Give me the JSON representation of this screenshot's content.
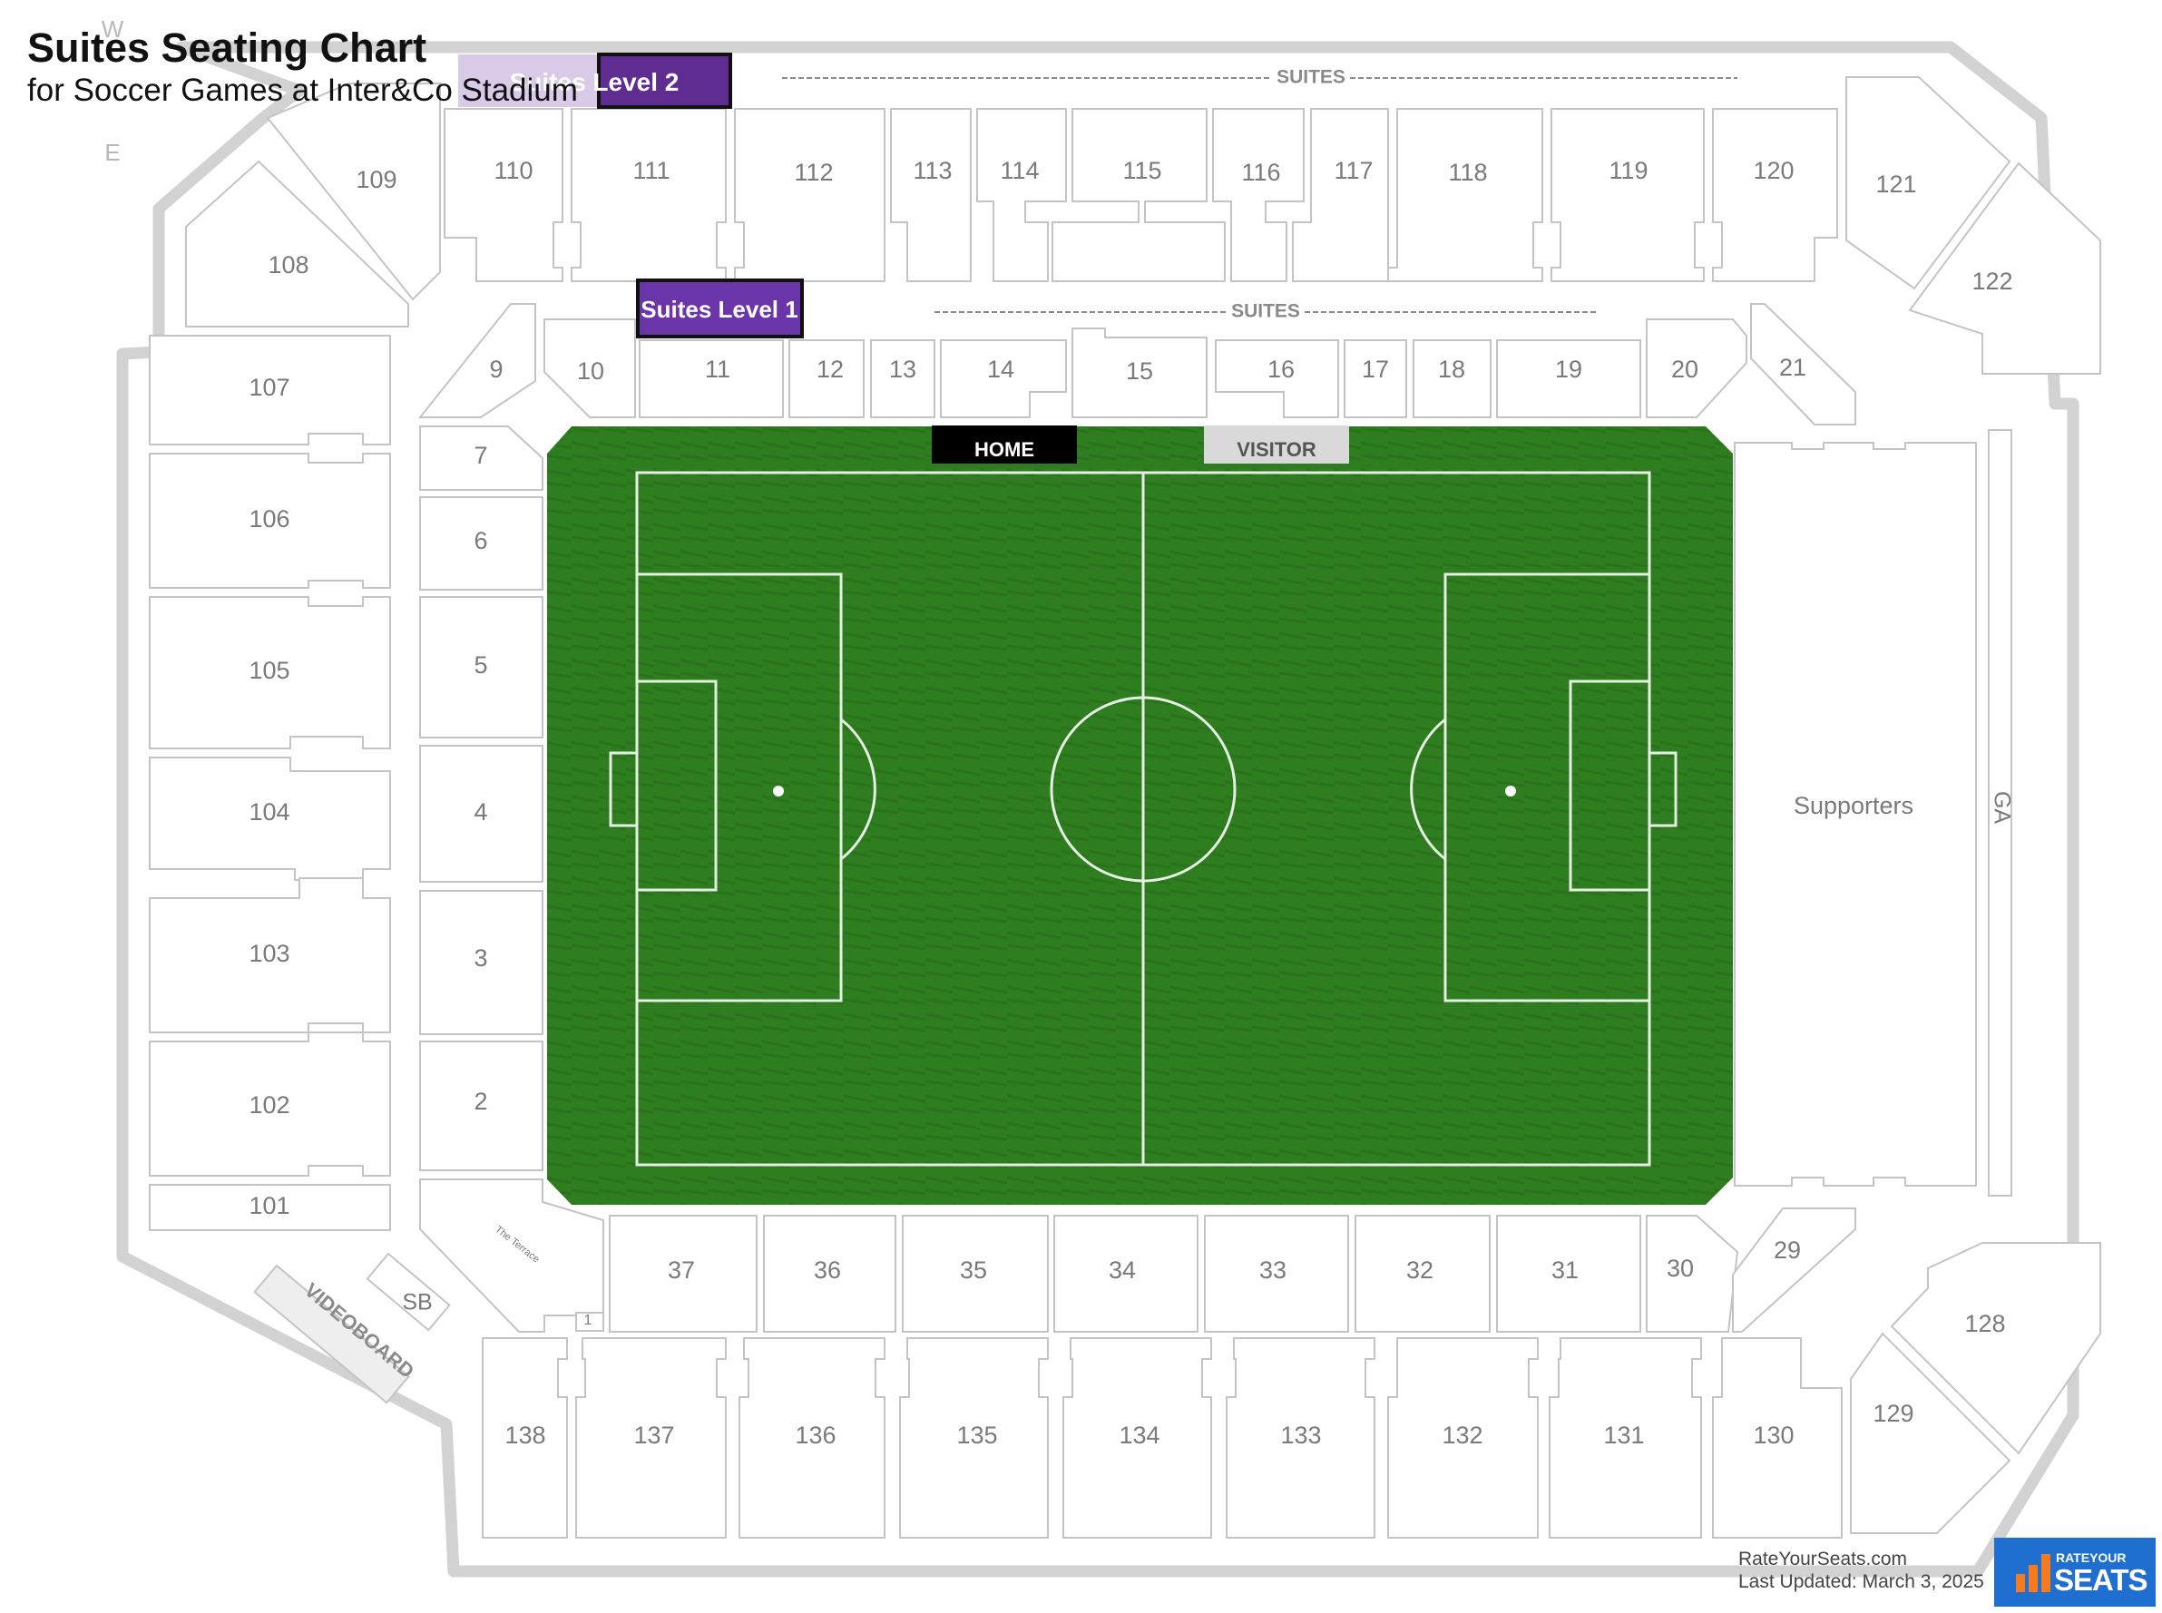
{
  "header": {
    "title": "Suites Seating Chart",
    "subtitle": "for Soccer Games at Inter&Co Stadium"
  },
  "legend_tags": {
    "suites_level_2": "Suites Level 2",
    "suites_level_1": "Suites Level 1",
    "suites_banner": "SUITES",
    "home": "HOME",
    "visitor": "VISITOR"
  },
  "compass": {
    "west": "W",
    "east": "E"
  },
  "areas": {
    "supporters": "Supporters",
    "ga": "GA",
    "videoboard": "VIDEOBOARD",
    "sb": "SB",
    "terrace": "The Terrace"
  },
  "sections": {
    "upper_north": [
      "109",
      "110",
      "111",
      "112",
      "113",
      "114",
      "115",
      "116",
      "117",
      "118",
      "119",
      "120",
      "121",
      "122",
      "108"
    ],
    "left_upper": [
      "107",
      "106",
      "105",
      "104",
      "103",
      "102",
      "101"
    ],
    "lower_north": [
      "9",
      "10",
      "11",
      "12",
      "13",
      "14",
      "15",
      "16",
      "17",
      "18",
      "19",
      "20",
      "21"
    ],
    "lower_west": [
      "7",
      "6",
      "5",
      "4",
      "3",
      "2"
    ],
    "lower_south": [
      "37",
      "36",
      "35",
      "34",
      "33",
      "32",
      "31",
      "30",
      "29",
      "1"
    ],
    "upper_south": [
      "138",
      "137",
      "136",
      "135",
      "134",
      "133",
      "132",
      "131",
      "130",
      "129",
      "128"
    ]
  },
  "footer": {
    "site": "RateYourSeats.com",
    "updated": "Last Updated: March 3, 2025"
  },
  "logo": {
    "line1": "RATEYOUR",
    "line2": "SEATS"
  },
  "colors": {
    "pitch": "#2e7d1f",
    "suites_level_2_fill": "#5f2d91",
    "suites_level_2_faded": "#d9cbe8",
    "suites_level_1_fill": "#6a35a8",
    "home_tag": "#000000",
    "visitor_tag": "#d9d9d9",
    "section_stroke": "#bdbdbd",
    "label_text": "#7a7a7a",
    "logo_blue": "#1f6fd0",
    "logo_orange": "#f47b20"
  }
}
